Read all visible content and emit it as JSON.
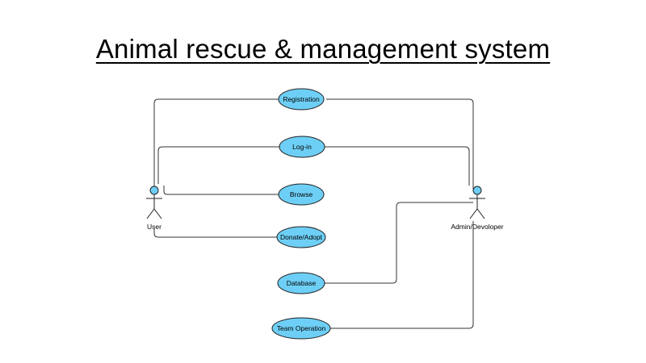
{
  "title": "Animal rescue & management system",
  "colors": {
    "usecase_fill": "#6ecff6",
    "usecase_stroke": "#222222",
    "connector": "#333333",
    "actor_head": "#6ecff6"
  },
  "actors": [
    {
      "id": "user",
      "label": "User"
    },
    {
      "id": "admin",
      "label": "Admin/Devoloper"
    }
  ],
  "use_cases": [
    {
      "id": "registration",
      "label": "Registration"
    },
    {
      "id": "login",
      "label": "Log-in"
    },
    {
      "id": "browse",
      "label": "Browse"
    },
    {
      "id": "donate",
      "label": "Donate/Adopt"
    },
    {
      "id": "database",
      "label": "Database"
    },
    {
      "id": "team",
      "label": "Team Operation"
    }
  ],
  "associations": [
    {
      "actor": "user",
      "use_case": "registration"
    },
    {
      "actor": "admin",
      "use_case": "registration"
    },
    {
      "actor": "user",
      "use_case": "login"
    },
    {
      "actor": "admin",
      "use_case": "login"
    },
    {
      "actor": "user",
      "use_case": "browse"
    },
    {
      "actor": "user",
      "use_case": "donate"
    },
    {
      "actor": "admin",
      "use_case": "database"
    },
    {
      "actor": "admin",
      "use_case": "team"
    }
  ]
}
